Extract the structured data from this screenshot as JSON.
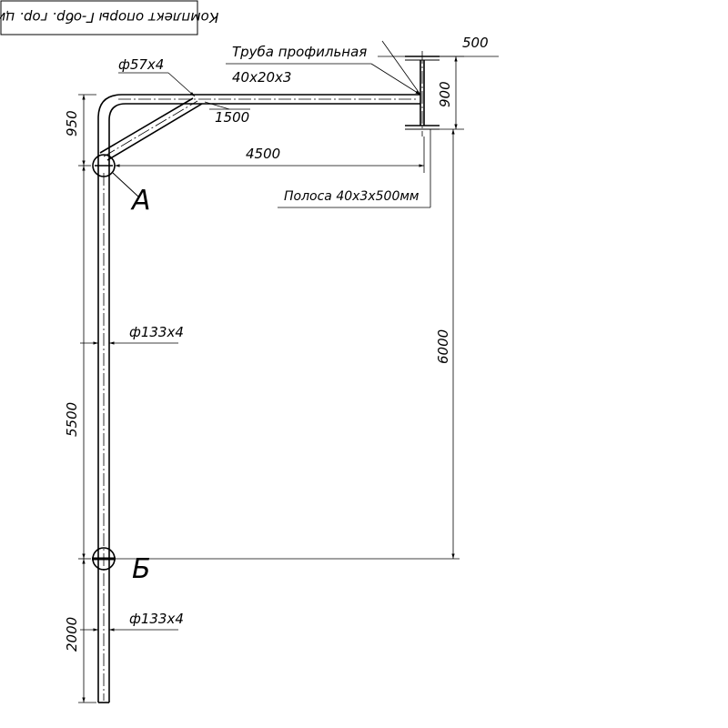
{
  "title": "Комплект опоры Г-обр. гор. цинк",
  "labels": {
    "tube_profile": "Труба профильная",
    "tube_profile_size": "40х20х3",
    "bracket_pipe": "ф57х4",
    "strip": "Полоса 40х3х500мм",
    "pole_pipe_upper": "ф133х4",
    "pole_pipe_lower": "ф133х4",
    "node_a": "А",
    "node_b": "Б"
  },
  "dimensions": {
    "d500": "500",
    "d900": "900",
    "d950": "950",
    "d1500": "1500",
    "d4500": "4500",
    "d5500": "5500",
    "d6000": "6000",
    "d2000": "2000"
  }
}
